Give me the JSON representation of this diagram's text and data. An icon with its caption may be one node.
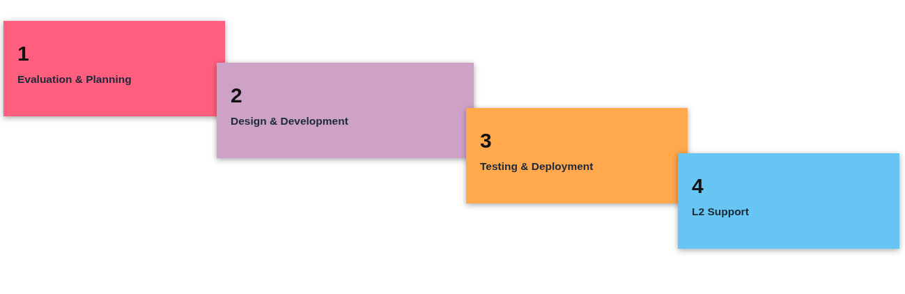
{
  "diagram": {
    "nodes": [
      {
        "text": [
          "1",
          "Evaluation & Planning"
        ]
      },
      {
        "text": [
          "2",
          "Design & Development"
        ]
      },
      {
        "text": [
          "3",
          "Testing & Deployment"
        ]
      },
      {
        "text": [
          "4",
          "L2 Support"
        ]
      }
    ]
  }
}
